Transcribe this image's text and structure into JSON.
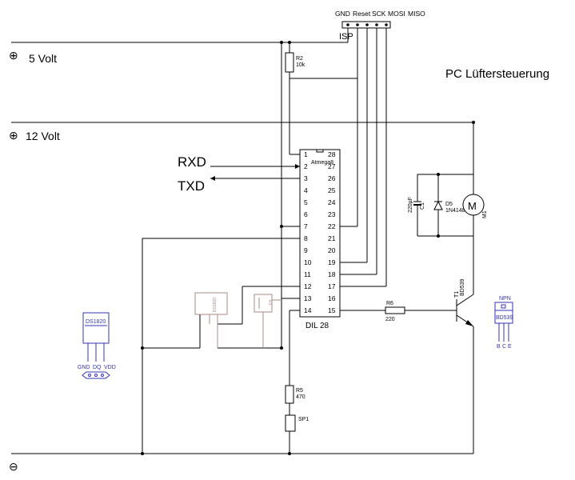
{
  "title": "PC Lüftersteuerung",
  "rails": {
    "v5": "5 Volt",
    "v12": "12 Volt",
    "plus": "⊕",
    "minus": "⊖"
  },
  "signals": {
    "rxd": "RXD",
    "txd": "TXD"
  },
  "isp": {
    "label": "ISP",
    "pins": [
      "GND",
      "Reset",
      "SCK",
      "MOSI",
      "MISO"
    ]
  },
  "mcu": {
    "name": "Atmega8",
    "package": "DIL 28",
    "left_pins": [
      "1",
      "2",
      "3",
      "4",
      "5",
      "6",
      "7",
      "8",
      "9",
      "10",
      "11",
      "12",
      "13",
      "14"
    ],
    "right_pins": [
      "28",
      "27",
      "26",
      "25",
      "24",
      "23",
      "22",
      "21",
      "20",
      "19",
      "18",
      "17",
      "16",
      "15"
    ]
  },
  "components": {
    "r2": {
      "ref": "R2",
      "value": "10k"
    },
    "r5": {
      "ref": "R5",
      "value": "470"
    },
    "r6": {
      "ref": "R6",
      "value": "220"
    },
    "sp1": {
      "ref": "SP1"
    },
    "t1": {
      "ref": "T1",
      "value": "BD539"
    },
    "d5": {
      "ref": "D5",
      "value": "1N4148"
    },
    "c1": {
      "ref": "C1",
      "value": "220µF"
    },
    "m1": {
      "ref": "M1",
      "symbol": "M"
    },
    "lcd": {
      "label": "DS1820"
    },
    "pot": {
      "label": "R3"
    }
  },
  "ds1820": {
    "name": "DS1820",
    "pins": [
      "GND",
      "DQ",
      "VDD"
    ]
  },
  "npn": {
    "type": "NPN",
    "name": "BD539",
    "pins": [
      "B",
      "C",
      "E"
    ]
  },
  "colors": {
    "wire": "#000000",
    "sensor": "#3535b5",
    "ghost": "#a88a86"
  }
}
